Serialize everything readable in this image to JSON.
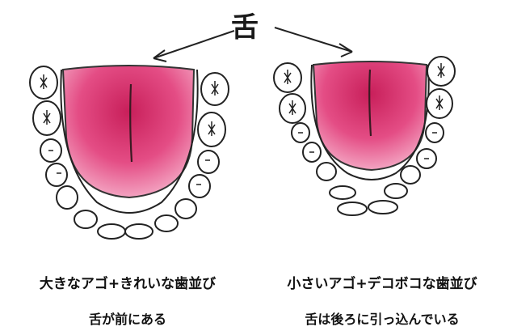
{
  "title_label": "舌",
  "left_panel": {
    "caption_line1": "大きなアゴ+きれいな歯並び",
    "caption_line2": "舌が前にある"
  },
  "right_panel": {
    "caption_line1": "小さいアゴ+デコボコな歯並び",
    "caption_line2": "舌は後ろに引っ込んでいる"
  },
  "colors": {
    "tongue": "#e0306a",
    "tongue_light": "#f08cb0",
    "outline": "#222222"
  }
}
